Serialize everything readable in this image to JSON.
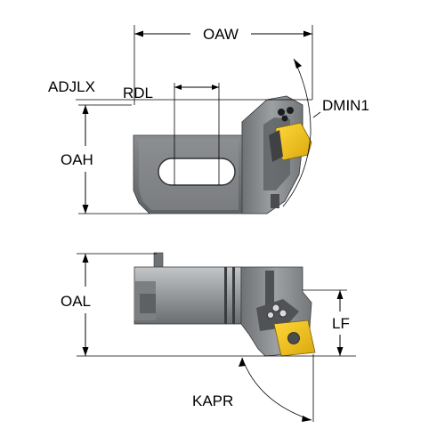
{
  "labels": {
    "oaw": "OAW",
    "adjlx": "ADJLX",
    "rdl": "RDL",
    "dmin1": "DMIN1",
    "oah": "OAH",
    "oal": "OAL",
    "lf": "LF",
    "kapr": "KAPR"
  },
  "colors": {
    "body_dark": "#6b6e71",
    "body_mid": "#8e9194",
    "body_light": "#b6b9bc",
    "insert_yellow": "#f2c21b",
    "insert_dark": "#b08a10",
    "line": "#000000"
  }
}
